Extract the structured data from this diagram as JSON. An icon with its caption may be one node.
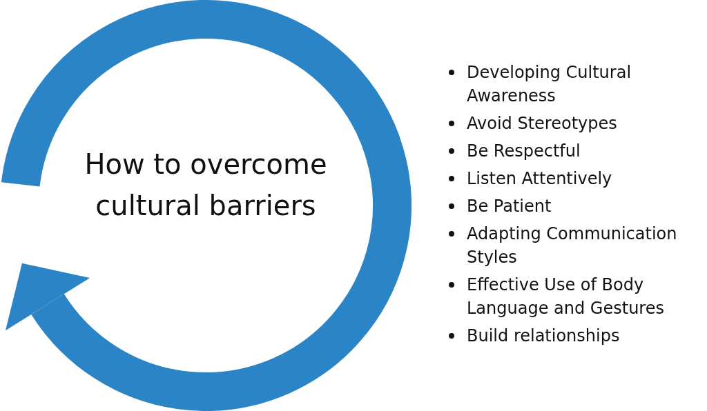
{
  "diagram": {
    "nodes": [
      {
        "text": [
          "How to overcome cultural barriers"
        ]
      }
    ],
    "edges": [],
    "labels": [
      "Developing Cultural Awareness",
      "Avoid Stereotypes",
      "Be Respectful",
      "Listen Attentively",
      "Be Patient",
      "Adapting Communication Styles",
      "Effective Use of Body Language and Gestures",
      "Build relationships"
    ]
  }
}
